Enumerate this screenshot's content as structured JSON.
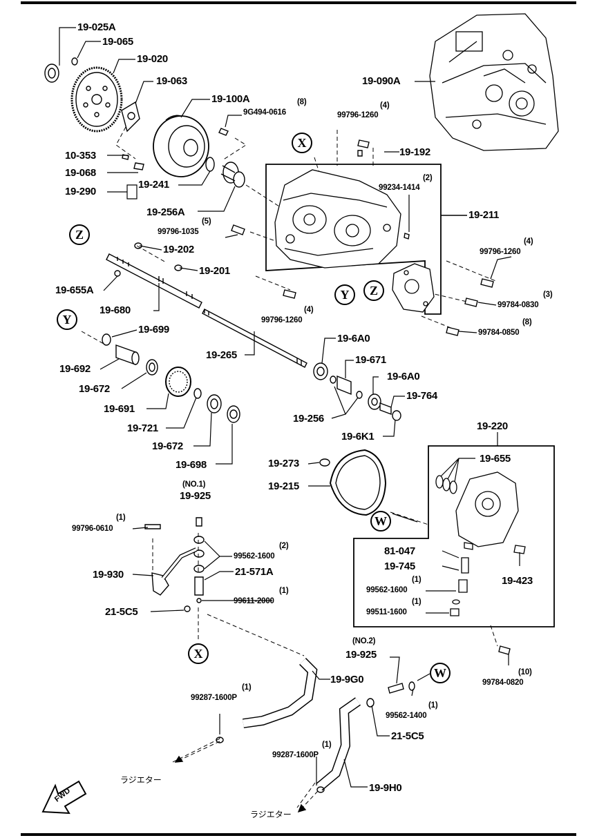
{
  "diagram": {
    "labels": {
      "p19_025A": "19-025A",
      "p19_065": "19-065",
      "p19_020": "19-020",
      "p19_063": "19-063",
      "p19_100A": "19-100A",
      "p9G494_q": "(8)",
      "p9G494": "9G494-0616",
      "p10_353": "10-353",
      "p19_068": "19-068",
      "p19_241": "19-241",
      "p19_290": "19-290",
      "p19_256A": "19-256A",
      "p19_090A": "19-090A",
      "p99796_1260a_q": "(4)",
      "p99796_1260a": "99796-1260",
      "p19_192": "19-192",
      "p99234_q": "(2)",
      "p99234": "99234-1414",
      "p19_211": "19-211",
      "p99796_1035_q": "(5)",
      "p99796_1035": "99796-1035",
      "p19_202": "19-202",
      "p19_201": "19-201",
      "p19_655A": "19-655A",
      "p19_680": "19-680",
      "p99796_1260b_q": "(4)",
      "p99796_1260b": "99796-1260",
      "p99796_1260c_q": "(4)",
      "p99796_1260c": "99796-1260",
      "p99784_0830_q": "(3)",
      "p99784_0830": "99784-0830",
      "p99784_0850_q": "(8)",
      "p99784_0850": "99784-0850",
      "p19_699": "19-699",
      "p19_692": "19-692",
      "p19_265": "19-265",
      "p19_6A0a": "19-6A0",
      "p19_671": "19-671",
      "p19_672a": "19-672",
      "p19_6A0b": "19-6A0",
      "p19_764": "19-764",
      "p19_691": "19-691",
      "p19_256": "19-256",
      "p19_6K1": "19-6K1",
      "p19_721": "19-721",
      "p19_672b": "19-672",
      "p19_220": "19-220",
      "p19_698": "19-698",
      "p19_273": "19-273",
      "p19_655": "19-655",
      "p19_215": "19-215",
      "p19_925a_no": "(NO.1)",
      "p19_925a": "19-925",
      "p99796_0610_q": "(1)",
      "p99796_0610": "99796-0610",
      "p99562_1600a_q": "(2)",
      "p99562_1600a": "99562-1600",
      "p81_047": "81-047",
      "p19_930": "19-930",
      "p21_571A": "21-571A",
      "p19_745": "19-745",
      "p19_423": "19-423",
      "p99562_1600b_q": "(1)",
      "p99562_1600b": "99562-1600",
      "p99611_q": "(1)",
      "p99611": "99611-2000",
      "p21_5C5a": "21-5C5",
      "p99511_q": "(1)",
      "p99511": "99511-1600",
      "p19_925b_no": "(NO.2)",
      "p19_925b": "19-925",
      "p19_9G0": "19-9G0",
      "p99287a_q": "(1)",
      "p99287a": "99287-1600P",
      "p99562_1400_q": "(1)",
      "p99562_1400": "99562-1400",
      "p99784_0820_q": "(10)",
      "p99784_0820": "99784-0820",
      "p21_5C5b": "21-5C5",
      "p99287b_q": "(1)",
      "p99287b": "99287-1600P",
      "p19_9H0": "19-9H0",
      "radiator_a": "ラジエター",
      "radiator_b": "ラジエター",
      "fwd": "FWD"
    },
    "callouts": {
      "X_top": "X",
      "Z_left": "Z",
      "Y_box": "Y",
      "Z_box": "Z",
      "Y_left": "Y",
      "W_box": "W",
      "X_bottom": "X",
      "W_bottom": "W"
    }
  }
}
